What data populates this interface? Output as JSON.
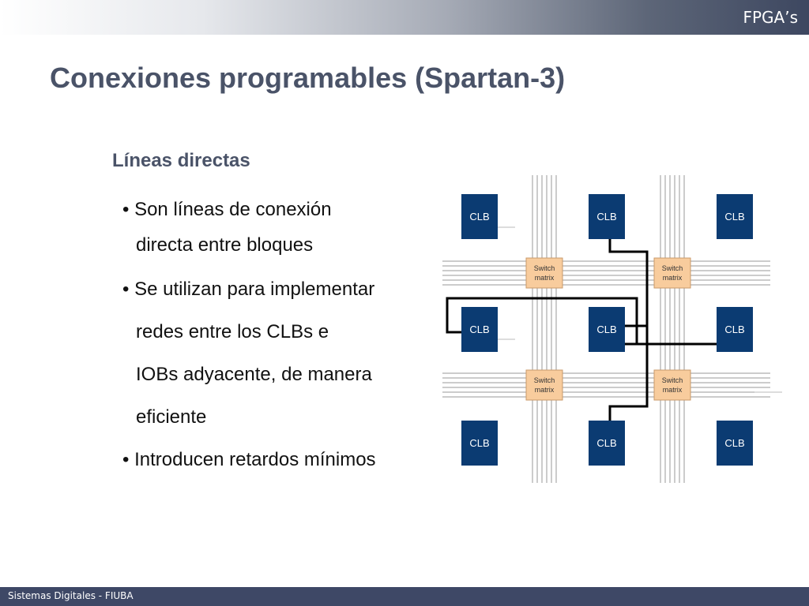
{
  "header": {
    "section": "FPGA’s"
  },
  "title": "Conexiones programables (Spartan-3)",
  "subtitle": "Líneas directas",
  "bullets": [
    {
      "text": "• Son líneas de conexión",
      "indent": false
    },
    {
      "text": "directa entre bloques",
      "indent": true
    },
    {
      "text": "• Se utilizan para implementar",
      "indent": false
    },
    {
      "text": "redes entre los CLBs e",
      "indent": true
    },
    {
      "text": "IOBs adyacente, de manera",
      "indent": true
    },
    {
      "text": "eficiente",
      "indent": true
    },
    {
      "text": "• Introducen retardos mínimos",
      "indent": false
    }
  ],
  "diagram": {
    "clb_label": "CLB",
    "switch_label_line1": "Switch",
    "switch_label_line2": "matrix",
    "colors": {
      "clb": "#0b3b72",
      "switch": "#f8cc9d",
      "switch_border": "#c99a6a",
      "wire": "#000000",
      "track": "#9a9a9a"
    }
  },
  "footer": {
    "text": "Sistemas Digitales - FIUBA"
  }
}
